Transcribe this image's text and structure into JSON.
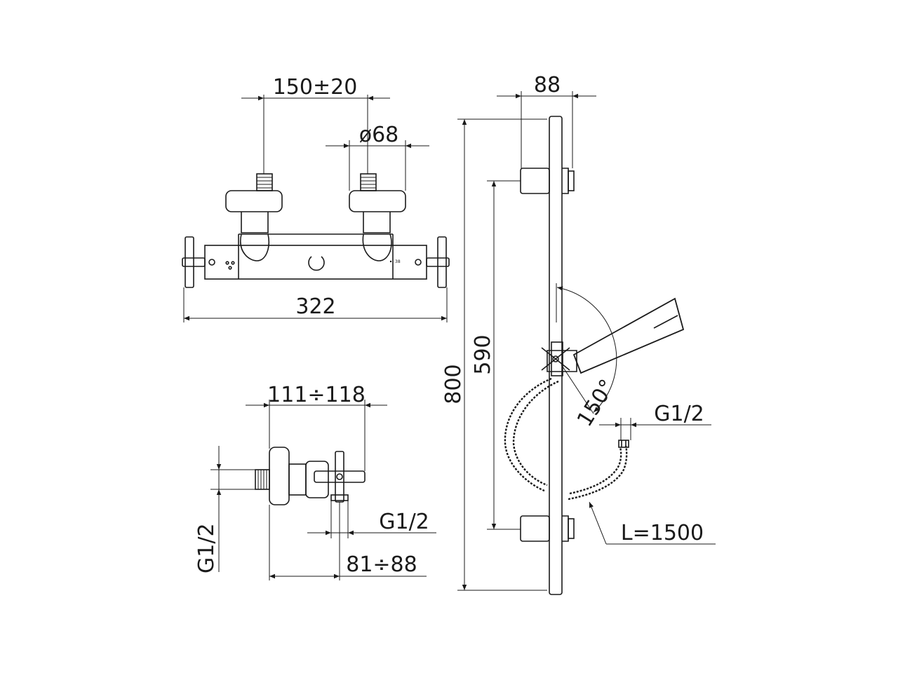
{
  "dimensions": {
    "spacing": "150±20",
    "diameter": "ø68",
    "overall_width": "322",
    "projection": "111÷118",
    "inlet_thread_side": "G1/2",
    "outlet_thread": "G1/2",
    "outlet_depth": "81÷88",
    "bar_width": "88",
    "bar_height": "800",
    "bracket_spacing": "590",
    "rotation_angle": "150°",
    "hose_thread": "G1/2",
    "hose_length": "L=1500"
  },
  "labels": {
    "temperature_mark": "38"
  }
}
